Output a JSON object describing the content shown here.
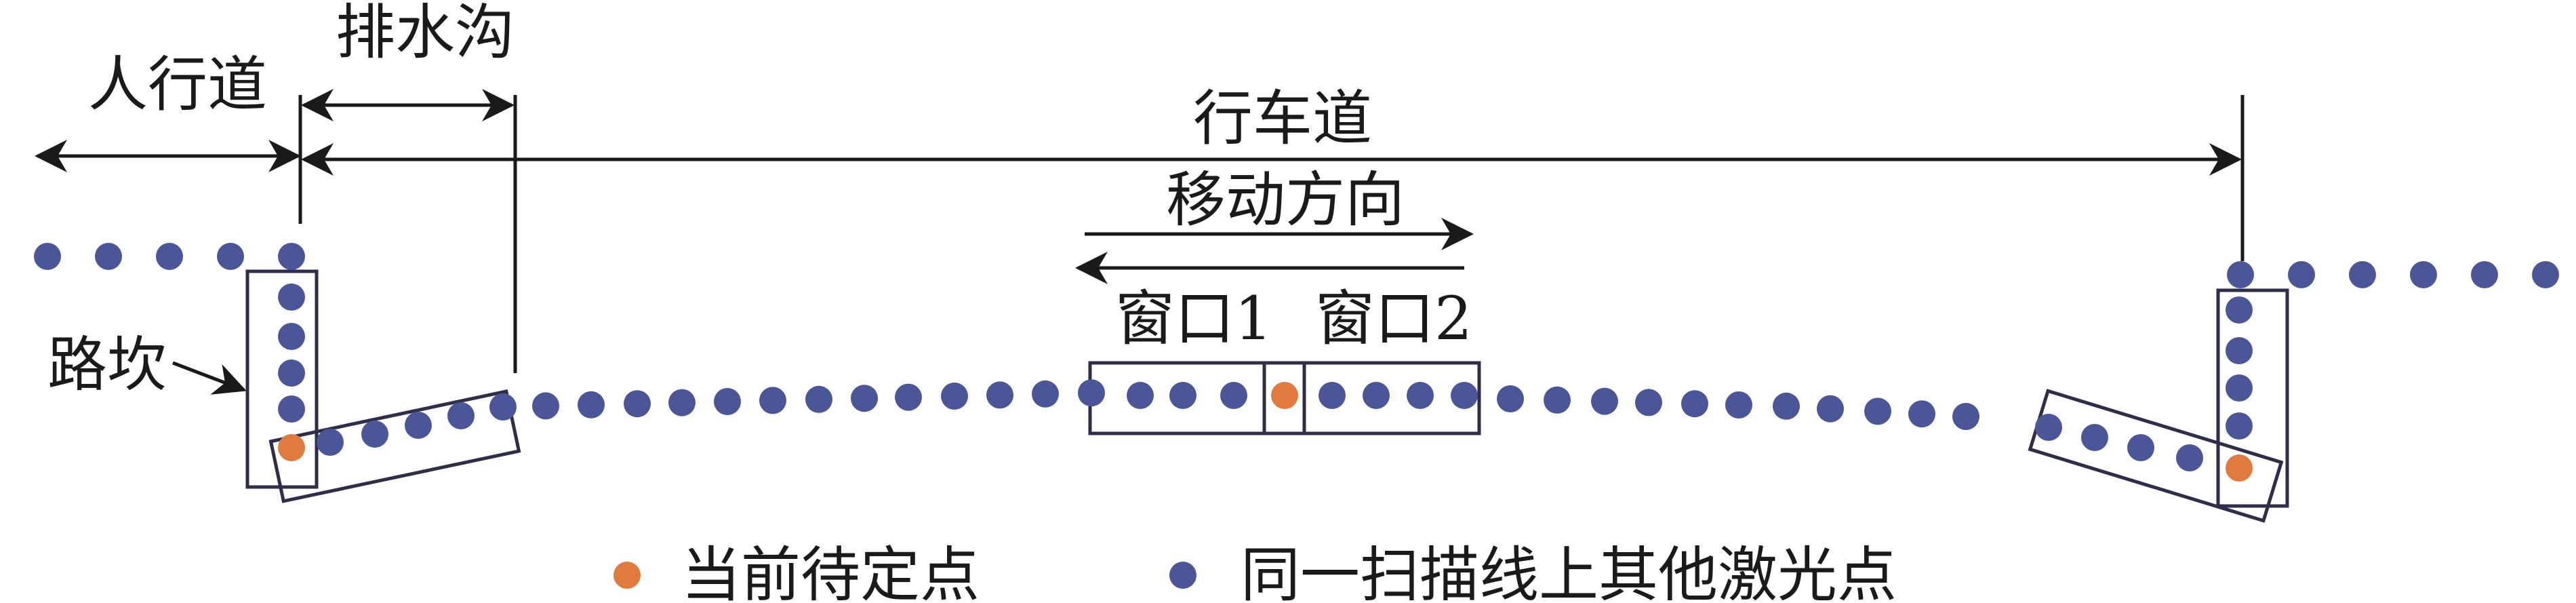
{
  "labels": {
    "sidewalk": "人行道",
    "drainage": "排水沟",
    "roadway": "行车道",
    "moving_direction": "移动方向",
    "window1": "窗口1",
    "window2": "窗口2",
    "curb": "路坎"
  },
  "legend": {
    "current_point": "当前待定点",
    "other_points": "同一扫描线上其他激光点"
  },
  "colors": {
    "current_point": "#e07a3f",
    "other_points": "#4b5699",
    "line": "#1a1a1a",
    "box": "#2e2e4a"
  }
}
